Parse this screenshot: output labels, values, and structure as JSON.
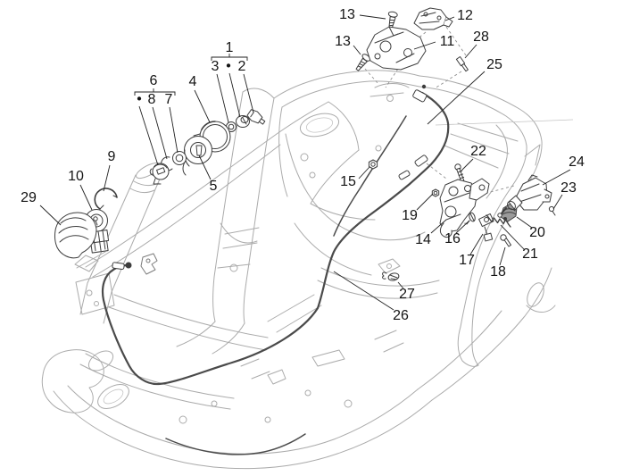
{
  "colors": {
    "bg": "#ffffff",
    "frame_line": "#ababab",
    "part_line": "#3d3d3d",
    "cable": "#4a4a4a",
    "label_text": "#141414"
  },
  "callouts": {
    "c1": "1",
    "c2": "2",
    "c3": "3",
    "c4": "4",
    "c5": "5",
    "c6": "6",
    "c7": "7",
    "c8": "8",
    "c9": "9",
    "c10": "10",
    "c11": "11",
    "c12": "12",
    "c13_top": "13",
    "c13_bottom": "13",
    "c14": "14",
    "c15": "15",
    "c16": "16",
    "c17": "17",
    "c18": "18",
    "c19": "19",
    "c20": "20",
    "c21": "21",
    "c22": "22",
    "c23": "23",
    "c24": "24",
    "c25": "25",
    "c26": "26",
    "c27": "27",
    "c28": "28",
    "c29": "29",
    "bullet_group1": "•",
    "bullet_group6": "•"
  }
}
